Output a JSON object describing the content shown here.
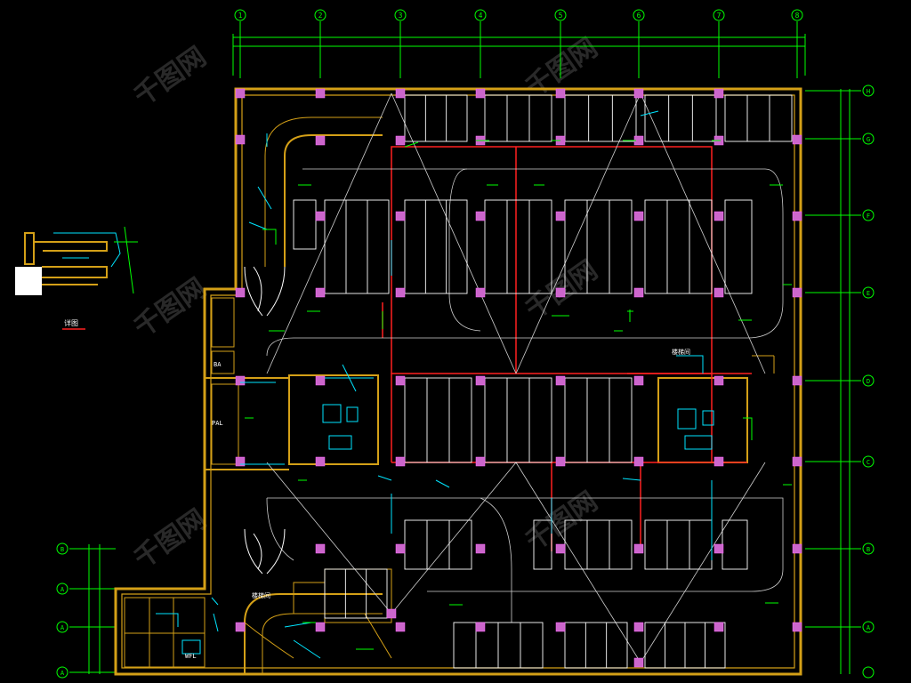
{
  "drawing": {
    "colors": {
      "background": "#000000",
      "wall": "#d4a017",
      "parking": "#ffffff",
      "axis": "#00ff00",
      "column": "#cc66cc",
      "pipe": "#ff2020",
      "fixture": "#00e5ff",
      "watermark": "#6e6e6e"
    },
    "grid_bubbles_top": [
      "1",
      "2",
      "3",
      "4",
      "5",
      "6",
      "7",
      "8"
    ],
    "grid_bubbles_right": [
      "H",
      "G",
      "F",
      "E",
      "D",
      "C",
      "B",
      "A"
    ],
    "grid_bubbles_left": [
      "B",
      "A",
      "A",
      "A"
    ],
    "detail_title": "详图",
    "room_labels": {
      "stair_left": "楼梯间",
      "stair_right": "楼梯间",
      "corridor": "PAL",
      "shaft": "BA",
      "water": "WFL"
    },
    "watermark_text": "千图网"
  }
}
